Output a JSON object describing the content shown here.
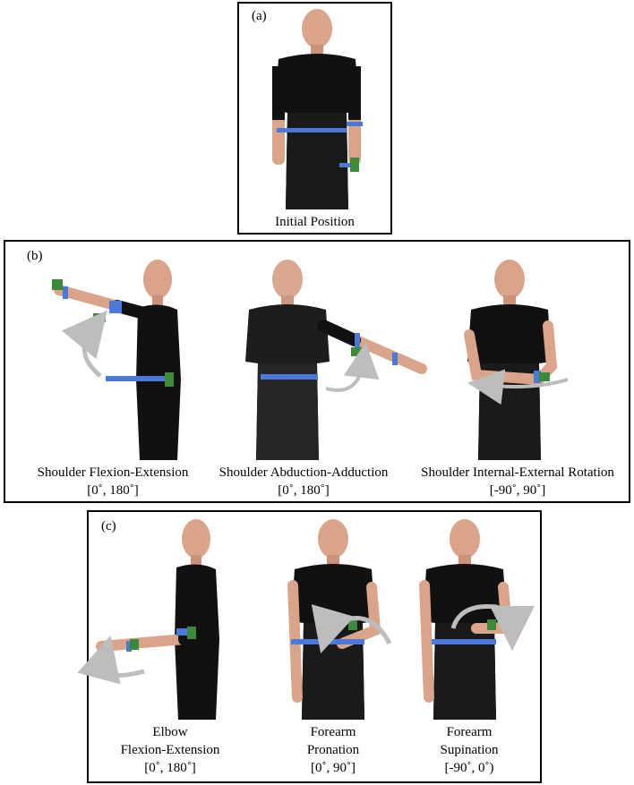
{
  "panel_a": {
    "tag": "(a)",
    "caption": "Initial Position"
  },
  "panel_b": {
    "tag": "(b)",
    "items": [
      {
        "name": "Shoulder Flexion-Extension",
        "range": "[0˚, 180˚]"
      },
      {
        "name": "Shoulder Abduction-Adduction",
        "range": "[0˚, 180˚]"
      },
      {
        "name": "Shoulder Internal-External Rotation",
        "range": "[-90˚, 90˚]"
      }
    ]
  },
  "panel_c": {
    "tag": "(c)",
    "items": [
      {
        "line1": "Elbow",
        "line2": "Flexion-Extension",
        "range": "[0˚, 180˚]"
      },
      {
        "line1": "Forearm",
        "line2": "Pronation",
        "range": "[0˚, 90˚]"
      },
      {
        "line1": "Forearm",
        "line2": "Supination",
        "range": "[-90˚, 0˚)"
      }
    ]
  },
  "colors": {
    "shirt": "#111111",
    "skin": "#d9a489",
    "sensor_band": "#4a79d8",
    "sensor_block": "#3c8a3a",
    "arrow": "#bdbdbd"
  }
}
